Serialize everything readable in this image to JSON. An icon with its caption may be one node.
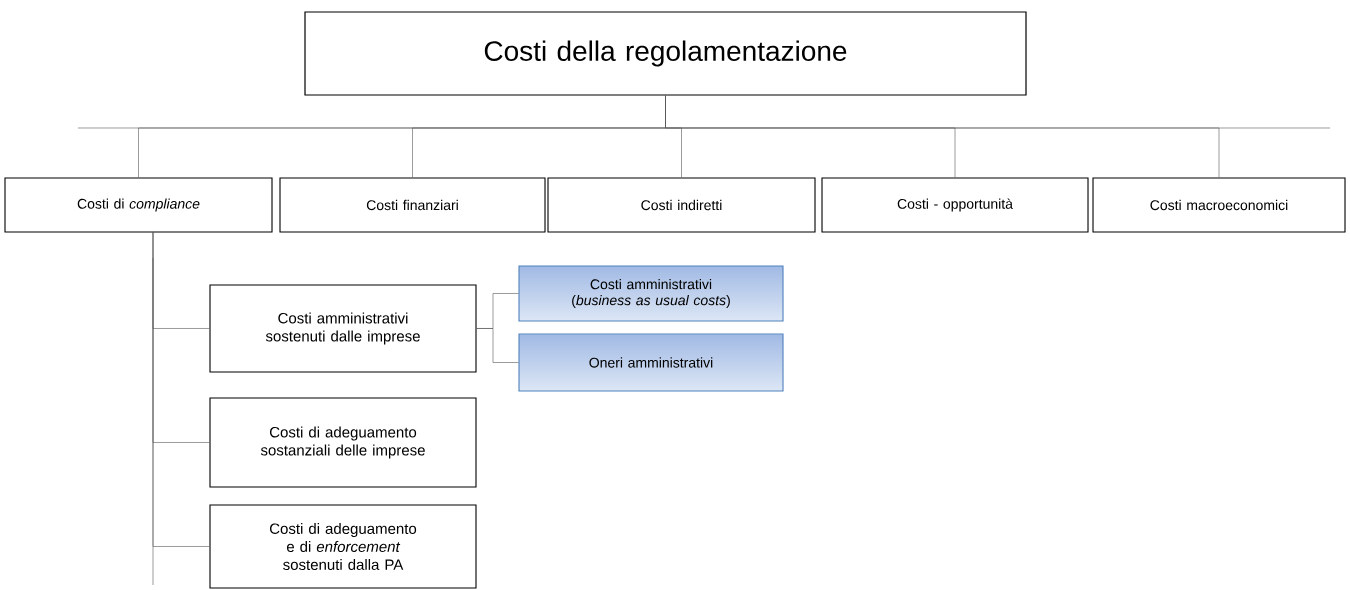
{
  "diagram": {
    "nodes": [
      {
        "text": [
          "Costi della regolamentazione"
        ]
      },
      {
        "text": [
          "Costi di *compliance*"
        ]
      },
      {
        "text": [
          "Costi finanziari"
        ]
      },
      {
        "text": [
          "Costi indiretti"
        ]
      },
      {
        "text": [
          "Costi - opportunità"
        ]
      },
      {
        "text": [
          "Costi macroeconomici"
        ]
      },
      {
        "text": [
          "Costi amministrativi sostenuti dalle imprese"
        ]
      },
      {
        "text": [
          "Costi di adeguamento sostanziali delle imprese"
        ]
      },
      {
        "text": [
          "Costi di adeguamento e di *enforcement* sostenuti dalla PA"
        ]
      },
      {
        "text": [
          "Costi amministrativi (*business as usual costs*)"
        ]
      },
      {
        "text": [
          "Oneri amministrativi"
        ]
      }
    ],
    "edges": [
      {
        "from": 0,
        "to": 1,
        "arrow": "none"
      },
      {
        "from": 0,
        "to": 2,
        "arrow": "none"
      },
      {
        "from": 0,
        "to": 3,
        "arrow": "none"
      },
      {
        "from": 0,
        "to": 4,
        "arrow": "none"
      },
      {
        "from": 0,
        "to": 5,
        "arrow": "none"
      },
      {
        "from": 1,
        "to": 6,
        "arrow": "none"
      },
      {
        "from": 1,
        "to": 7,
        "arrow": "none"
      },
      {
        "from": 1,
        "to": 8,
        "arrow": "none"
      },
      {
        "from": 6,
        "to": 9,
        "arrow": "none"
      },
      {
        "from": 6,
        "to": 10,
        "arrow": "none"
      }
    ]
  }
}
